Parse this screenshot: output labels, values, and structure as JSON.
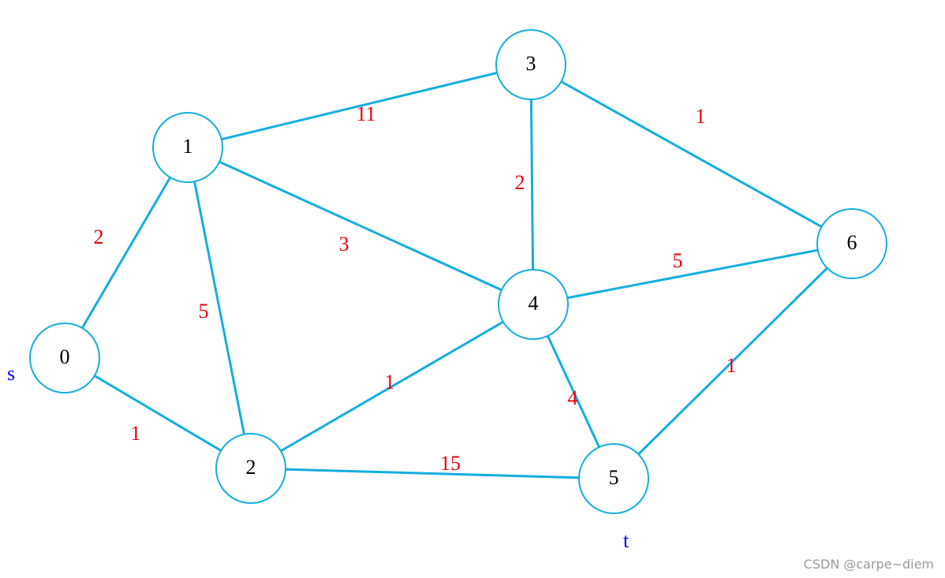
{
  "diagram": {
    "colors": {
      "edge": "#14aee0",
      "node_stroke": "#14aee0",
      "weight": "#e8000b",
      "terminal": "#0000ff",
      "node_text": "#000000"
    },
    "nodes": [
      {
        "id": "0",
        "label": "0"
      },
      {
        "id": "1",
        "label": "1"
      },
      {
        "id": "2",
        "label": "2"
      },
      {
        "id": "3",
        "label": "3"
      },
      {
        "id": "4",
        "label": "4"
      },
      {
        "id": "5",
        "label": "5"
      },
      {
        "id": "6",
        "label": "6"
      }
    ],
    "edges": [
      {
        "from": "0",
        "to": "1",
        "weight": "2"
      },
      {
        "from": "0",
        "to": "2",
        "weight": "1"
      },
      {
        "from": "1",
        "to": "2",
        "weight": "5"
      },
      {
        "from": "1",
        "to": "3",
        "weight": "11"
      },
      {
        "from": "1",
        "to": "4",
        "weight": "3"
      },
      {
        "from": "2",
        "to": "4",
        "weight": "1"
      },
      {
        "from": "2",
        "to": "5",
        "weight": "15"
      },
      {
        "from": "3",
        "to": "4",
        "weight": "2"
      },
      {
        "from": "3",
        "to": "6",
        "weight": "1"
      },
      {
        "from": "4",
        "to": "6",
        "weight": "5"
      },
      {
        "from": "4",
        "to": "5",
        "weight": "4"
      },
      {
        "from": "5",
        "to": "6",
        "weight": "1"
      }
    ],
    "source_label": "s",
    "sink_label": "t"
  },
  "watermark": "CSDN @carpe~diem"
}
